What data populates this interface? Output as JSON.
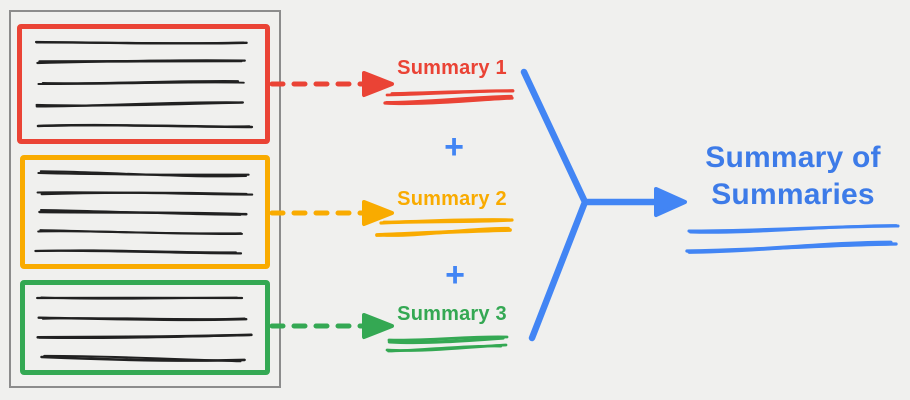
{
  "background": "#f0f0ee",
  "document": {
    "border_color": "#8c8c8c",
    "ink_color": "#212121",
    "sections": [
      {
        "name": "section-1",
        "color": "#EA4335",
        "lines": 5
      },
      {
        "name": "section-2",
        "color": "#F9AB00",
        "lines": 5
      },
      {
        "name": "section-3",
        "color": "#34A853",
        "lines": 4
      }
    ]
  },
  "summaries": [
    {
      "label": "Summary 1",
      "color": "#EA4335"
    },
    {
      "label": "Summary 2",
      "color": "#F9AB00"
    },
    {
      "label": "Summary 3",
      "color": "#34A853"
    }
  ],
  "plus": "+",
  "accent_blue": "#4285F4",
  "result": {
    "line1": "Summary of",
    "line2": "Summaries",
    "color": "#3D7BE8"
  }
}
